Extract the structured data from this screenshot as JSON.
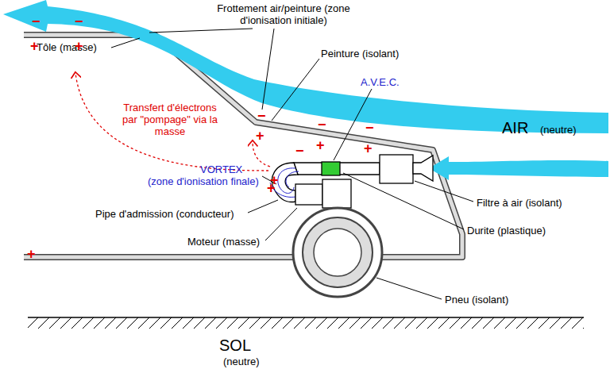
{
  "diagram": {
    "labels": [
      "Frottement air/peinture (zone d'ionisation initiale)",
      "Tôle (masse)",
      "Peinture (isolant)",
      "A.V.E.C.",
      "Transfert d'électrons par \"pompage\" via la masse",
      "VORTEX",
      "(zone d'ionisation finale)",
      "Pipe d'admission (conducteur)",
      "Moteur (masse)",
      "Filtre à air (isolant)",
      "Durite (plastique)",
      "AIR",
      "(neutre)",
      "Pneu (isolant)",
      "SOL",
      "(neutre)",
      "−",
      "−",
      "+",
      "+",
      "−",
      "−",
      "−",
      "+",
      "+",
      "+",
      "−",
      "+",
      "+",
      "+"
    ]
  }
}
